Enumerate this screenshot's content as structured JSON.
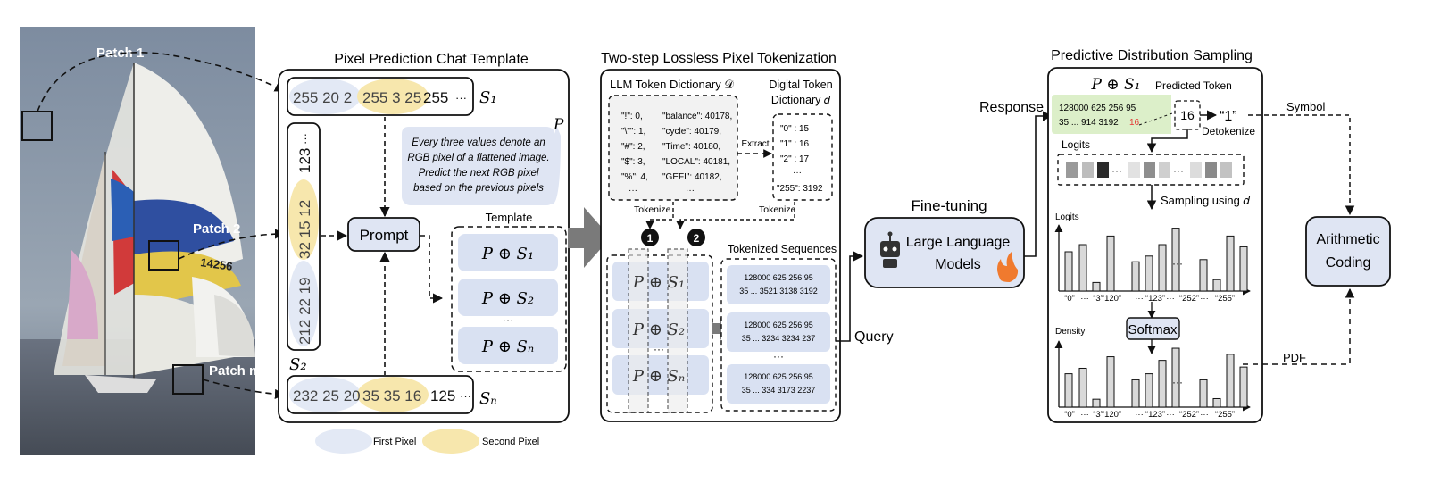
{
  "photo": {
    "patch_labels": [
      "Patch 1",
      "Patch 2",
      "Patch n"
    ],
    "sail_number": "14256"
  },
  "chat_template": {
    "title": "Pixel Prediction Chat Template",
    "seq1": {
      "first": "255 20 2",
      "second": "255 3 25",
      "rest": "255",
      "ellipsis": "···",
      "label": "S₁"
    },
    "seq2": {
      "first": "212 22 19",
      "second": "32 15 12",
      "rest": "123",
      "ellipsis": "···",
      "label": "S₂"
    },
    "seqn": {
      "first": "232 25 20",
      "second": "35 35 16",
      "rest": "125",
      "ellipsis": "···",
      "label": "Sₙ"
    },
    "p_label": "P",
    "prompt_text": [
      "Every three values denote an",
      "RGB pixel of a flattened image.",
      "Predict the next RGB pixel",
      "based on the previous pixels"
    ],
    "prompt_box": "Prompt",
    "template_label": "Template",
    "templates": [
      "P ⊕ S₁",
      "P ⊕ S₂",
      "···",
      "P ⊕ Sₙ"
    ],
    "legend": {
      "first": "First Pixel",
      "second": "Second Pixel"
    }
  },
  "tokenization": {
    "title": "Two-step Lossless Pixel Tokenization",
    "llm_dict_title": "LLM Token Dictionary 𝒟",
    "llm_dict_col1": [
      "\"!\": 0,",
      "\"\\\"\": 1,",
      "\"#\": 2,",
      "\"$\": 3,",
      "\"%\": 4,",
      "···"
    ],
    "llm_dict_col2": [
      "\"balance\": 40178,",
      "\"cycle\": 40179,",
      "\"Time\": 40180,",
      "\"LOCAL\": 40181,",
      "\"GEFI\": 40182,",
      "···"
    ],
    "digit_dict_title": [
      "Digital Token",
      "Dictionary 𝑑"
    ],
    "digit_dict": [
      "\"0\" : 15",
      "\"1\" : 16",
      "\"2\" : 17",
      "···",
      "\"255\": 3192"
    ],
    "extract": "Extract",
    "tokenize": "Tokenize",
    "step1": "1",
    "step2": "2",
    "tokenized_title": "Tokenized Sequences",
    "tokenized_seqs": [
      [
        "128000 625 256 95",
        "35 ... 3521 3138 3192"
      ],
      [
        "128000 625 256 95",
        "35 ... 3234 3234 237"
      ],
      [
        "128000 625 256 95",
        "35 ... 334 3173 2237"
      ]
    ],
    "tokenized_ellipsis": "···",
    "ops": [
      "P ⊕ S₁",
      "P ⊕ S₂",
      "···",
      "P ⊕ Sₙ"
    ]
  },
  "finetune": {
    "title": "Fine-tuning",
    "model": [
      "Large Language",
      "Models"
    ],
    "response": "Response",
    "query": "Query"
  },
  "sampling": {
    "title": "Predictive Distribution Sampling",
    "ps": "P ⊕ S₁",
    "seq_line1": "128000 625 256 95",
    "seq_line2": "35 ... 914 3192",
    "seq_pred": "16",
    "predicted_token": "Predicted Token",
    "token": "16",
    "symbol_value": "“1”",
    "symbol": "Symbol",
    "detokenize": "Detokenize",
    "logits": "Logits",
    "sampling_using": "Sampling using 𝑑",
    "chart1_ylabel": "Logits",
    "chart2_ylabel": "Density",
    "xticks": [
      "“0”",
      "···",
      "“3”",
      "“120”",
      "···",
      "“123”",
      "···",
      "“252”",
      "···",
      "“255”"
    ],
    "ellipsis": "···",
    "softmax": "Softmax",
    "pdf": "PDF"
  },
  "coding": {
    "label": [
      "Arithmetic",
      "Coding"
    ]
  },
  "chart_data": [
    {
      "type": "bar",
      "title": "",
      "ylabel": "Logits",
      "categories": [
        "“0”",
        "",
        "",
        "“3”",
        "“120”",
        "",
        "",
        "“123”",
        "“252”",
        "",
        "",
        "“255”"
      ],
      "values": [
        0.55,
        0.65,
        0.12,
        0.77,
        0.41,
        0.49,
        0.65,
        0.88,
        0.44,
        0.16,
        0.77,
        0.62
      ]
    },
    {
      "type": "bar",
      "title": "",
      "ylabel": "Density",
      "categories": [
        "“0”",
        "",
        "",
        "“3”",
        "“120”",
        "",
        "",
        "“123”",
        "“252”",
        "",
        "",
        "“255”"
      ],
      "values": [
        0.55,
        0.64,
        0.13,
        0.83,
        0.45,
        0.55,
        0.77,
        0.97,
        0.45,
        0.14,
        0.87,
        0.66
      ]
    }
  ],
  "colors": {
    "first_pixel": "#e3e9f5",
    "second_pixel": "#f7e7ad",
    "card": "#d9e1f2",
    "card_dark": "#c9d4ea",
    "llm_box": "#dfe5f3",
    "green": "#dcefc9",
    "arrow": "#7a7a7a",
    "red": "#e53935",
    "bar": "#d9d9d9"
  }
}
